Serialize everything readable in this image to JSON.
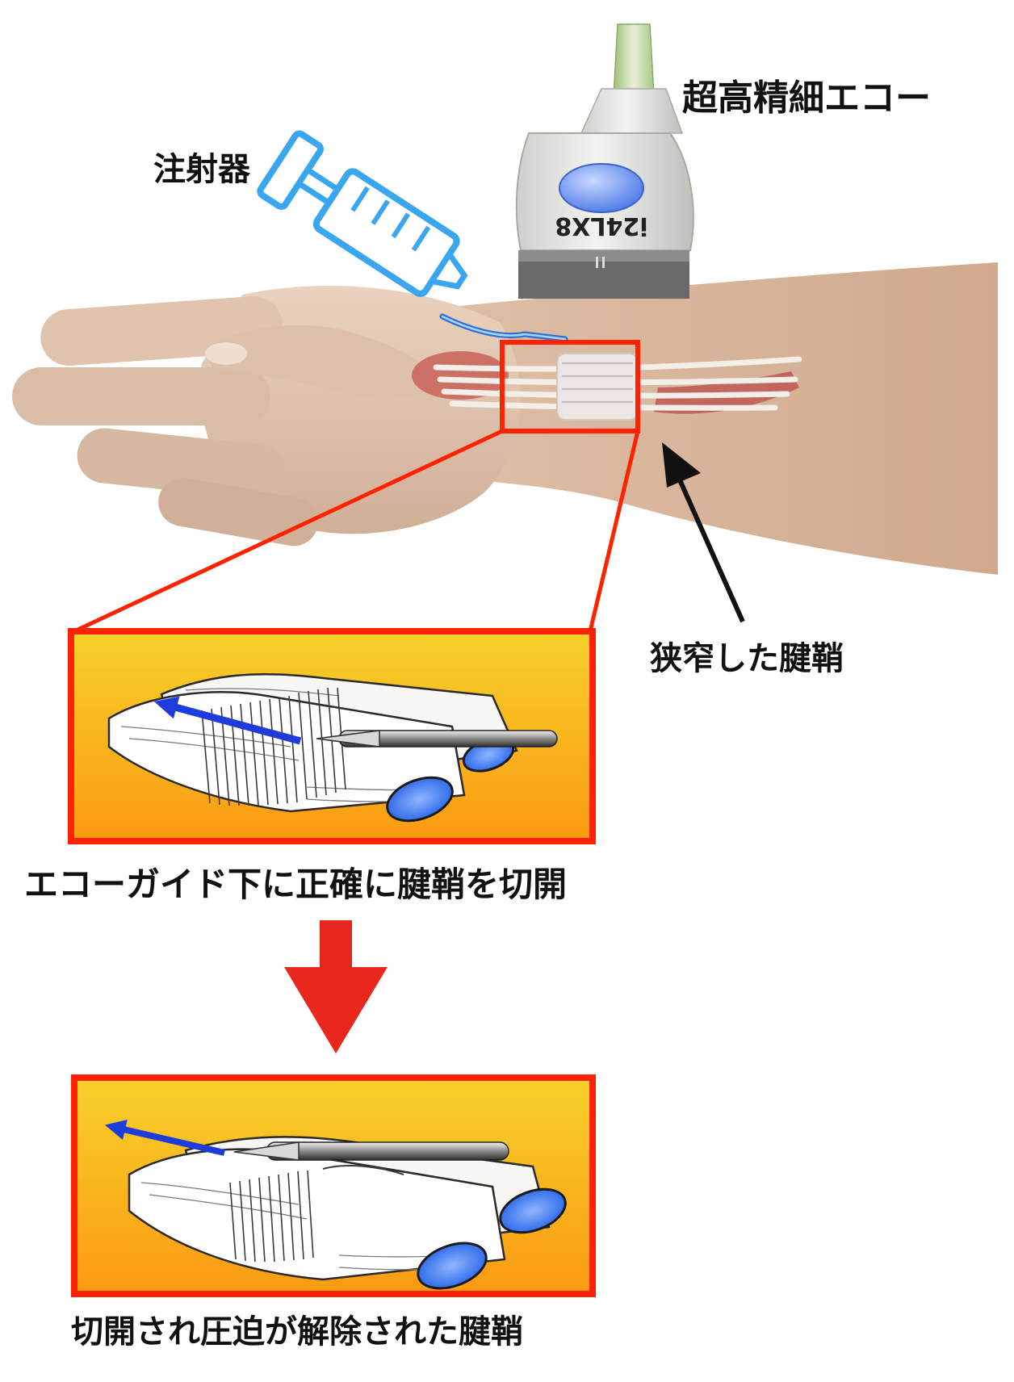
{
  "labels": {
    "probe": "超高精細エコー",
    "syringe": "注射器",
    "narrowed_sheath": "狭窄した腱鞘",
    "step1_caption": "エコーガイド下に正確に腱鞘を切開",
    "step2_caption": "切開され圧迫が解除された腱鞘"
  },
  "probe_model_text": "i24LX8",
  "colors": {
    "frame_red": "#ff2200",
    "arrow_red": "#e8281c",
    "panel_gradient_top": "#f6d12a",
    "panel_gradient_bottom": "#fb9a12",
    "needle_arrow_blue": "#1e3cdc",
    "tendon_lumen_blue": "#2a6cf0",
    "syringe_blue": "#3aa6f0",
    "skin": "#d9b59a",
    "muscle": "#c0453a"
  },
  "icons": {
    "syringe": "syringe-icon",
    "probe": "ultrasound-probe-icon",
    "pointer": "black-arrow-icon",
    "flow": "red-down-arrow-icon"
  }
}
